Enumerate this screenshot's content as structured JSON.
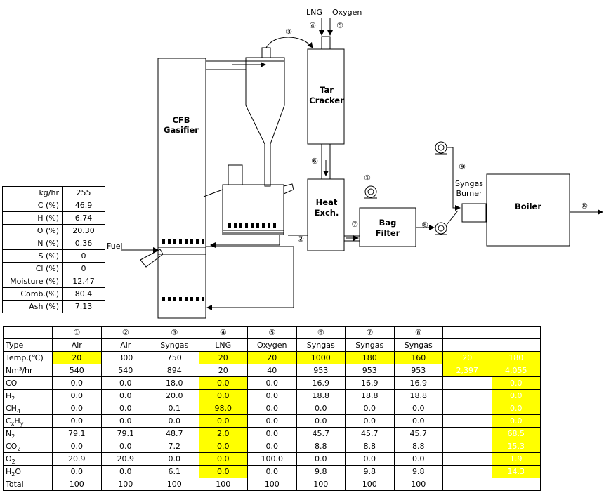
{
  "diagram": {
    "labels": {
      "lng": "LNG",
      "oxygen": "Oxygen",
      "cfb_line1": "CFB",
      "cfb_line2": "Gasifier",
      "tar_line1": "Tar",
      "tar_line2": "Cracker",
      "heat_line1": "Heat",
      "heat_line2": "Exch.",
      "bag_line1": "Bag",
      "bag_line2": "Filter",
      "syngas_line1": "Syngas",
      "syngas_line2": "Burner",
      "boiler": "Boiler",
      "fuel": "Fuel"
    },
    "stream_markers": [
      "①",
      "②",
      "③",
      "④",
      "⑤",
      "⑥",
      "⑦",
      "⑧",
      "⑨",
      "⑩"
    ]
  },
  "fuel_table": {
    "rows": [
      {
        "label": "kg/hr",
        "value": "255"
      },
      {
        "label": "C (%)",
        "value": "46.9"
      },
      {
        "label": "H (%)",
        "value": "6.74"
      },
      {
        "label": "O (%)",
        "value": "20.30"
      },
      {
        "label": "N (%)",
        "value": "0.36"
      },
      {
        "label": "S (%)",
        "value": "0"
      },
      {
        "label": "Cl (%)",
        "value": "0"
      },
      {
        "label": "Moisture (%)",
        "value": "12.47"
      },
      {
        "label": "Comb.(%)",
        "value": "80.4"
      },
      {
        "label": "Ash (%)",
        "value": "7.13"
      }
    ]
  },
  "stream_table": {
    "columns": [
      "①",
      "②",
      "③",
      "④",
      "⑤",
      "⑥",
      "⑦",
      "⑧",
      "",
      ""
    ],
    "rows": [
      {
        "label": "Type",
        "values": [
          "Air",
          "Air",
          "Syngas",
          "LNG",
          "Oxygen",
          "Syngas",
          "Syngas",
          "Syngas",
          "",
          ""
        ]
      },
      {
        "label": "Temp.(℃)",
        "values": [
          "20",
          "300",
          "750",
          "20",
          "20",
          "1000",
          "180",
          "160",
          "20",
          "180"
        ]
      },
      {
        "label": "Nm³/hr",
        "values": [
          "540",
          "540",
          "894",
          "20",
          "40",
          "953",
          "953",
          "953",
          "2,397",
          "4,055"
        ]
      },
      {
        "label": "CO",
        "values": [
          "0.0",
          "0.0",
          "18.0",
          "0.0",
          "0.0",
          "16.9",
          "16.9",
          "16.9",
          "",
          "0.0"
        ]
      },
      {
        "label": "H2",
        "values": [
          "0.0",
          "0.0",
          "20.0",
          "0.0",
          "0.0",
          "18.8",
          "18.8",
          "18.8",
          "",
          "0.0"
        ]
      },
      {
        "label": "CH4",
        "values": [
          "0.0",
          "0.0",
          "0.1",
          "98.0",
          "0.0",
          "0.0",
          "0.0",
          "0.0",
          "",
          "0.0"
        ]
      },
      {
        "label": "CxHy",
        "values": [
          "0.0",
          "0.0",
          "0.0",
          "0.0",
          "0.0",
          "0.0",
          "0.0",
          "0.0",
          "",
          "0.0"
        ]
      },
      {
        "label": "N2",
        "values": [
          "79.1",
          "79.1",
          "48.7",
          "2.0",
          "0.0",
          "45.7",
          "45.7",
          "45.7",
          "",
          "68.5"
        ]
      },
      {
        "label": "CO2",
        "values": [
          "0.0",
          "0.0",
          "7.2",
          "0.0",
          "0.0",
          "8.8",
          "8.8",
          "8.8",
          "",
          "15.3"
        ]
      },
      {
        "label": "O2",
        "values": [
          "20.9",
          "20.9",
          "0.0",
          "0.0",
          "100.0",
          "0.0",
          "0.0",
          "0.0",
          "",
          "1.9"
        ]
      },
      {
        "label": "H2O",
        "values": [
          "0.0",
          "0.0",
          "6.1",
          "0.0",
          "0.0",
          "9.8",
          "9.8",
          "9.8",
          "",
          "14.3"
        ]
      },
      {
        "label": "Total",
        "values": [
          "100",
          "100",
          "100",
          "100",
          "100",
          "100",
          "100",
          "100",
          "",
          ""
        ]
      }
    ],
    "highlight_color": "#ffff00"
  }
}
